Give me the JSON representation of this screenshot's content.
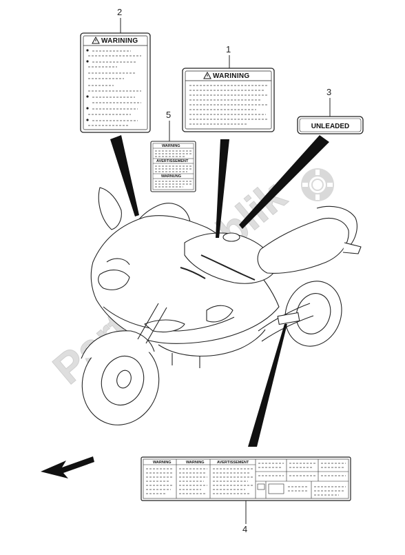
{
  "callouts": [
    "1",
    "2",
    "3",
    "4",
    "5"
  ],
  "labels": {
    "label1": {
      "title": "WARINING"
    },
    "label2": {
      "title": "WARINING"
    },
    "label3": {
      "text": "UNLEADED"
    },
    "label4": {
      "sections": [
        "WARNING",
        "WARNING",
        "AVERTISSEMENT"
      ]
    },
    "label5": {
      "sections": [
        "WARNING",
        "AVERTISSEMENT",
        "WARNUNG"
      ]
    }
  },
  "watermark": {
    "text": "PartsRepublik",
    "icon": "gear-icon"
  },
  "icons": {
    "direction": "front-arrow-icon",
    "warning": "warning-triangle-icon"
  },
  "colors": {
    "line": "#222222",
    "watermark": "#d9d9d9"
  }
}
